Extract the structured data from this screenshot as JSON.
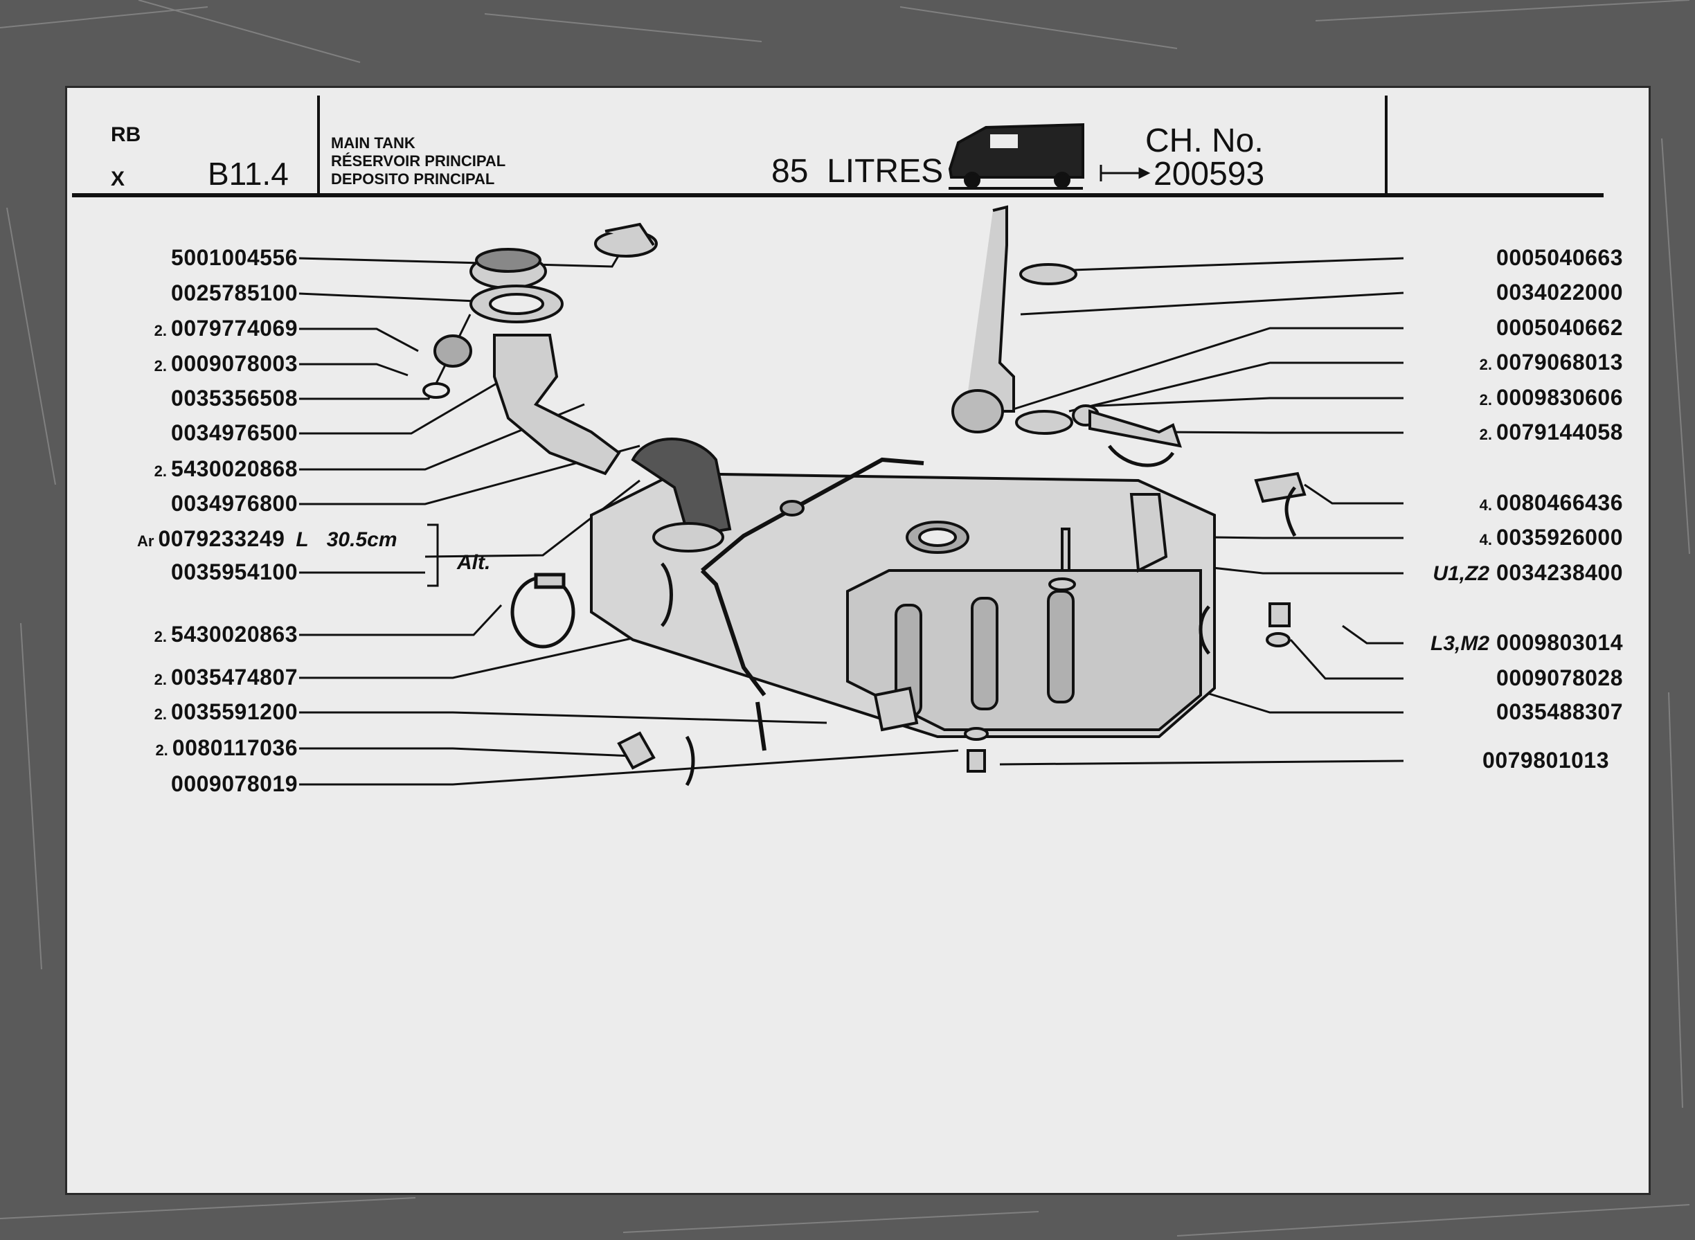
{
  "header": {
    "code_top": "RB",
    "code_bottom": "X",
    "section": "B11.4",
    "title_lines": [
      "MAIN TANK",
      "RÉSERVOIR PRINCIPAL",
      "DEPOSITO PRINCIPAL"
    ],
    "capacity": "85  LITRES",
    "chassis_label": "CH. No.",
    "chassis_number": "200593"
  },
  "left_parts": [
    {
      "qty": "",
      "number": "5001004556"
    },
    {
      "qty": "",
      "number": "0025785100"
    },
    {
      "qty": "2.",
      "number": "0079774069"
    },
    {
      "qty": "2.",
      "number": "0009078003"
    },
    {
      "qty": "",
      "number": "0035356508"
    },
    {
      "qty": "",
      "number": "0034976500"
    },
    {
      "qty": "2.",
      "number": "5430020868"
    },
    {
      "qty": "",
      "number": "0034976800"
    },
    {
      "qty": "Ar",
      "number": "0079233249"
    },
    {
      "qty": "",
      "number": "0035954100"
    },
    {
      "qty": "2.",
      "number": "5430020863"
    },
    {
      "qty": "2.",
      "number": "0035474807"
    },
    {
      "qty": "2.",
      "number": "0035591200"
    },
    {
      "qty": "2.",
      "number": "0080117036"
    },
    {
      "qty": "",
      "number": "0009078019"
    }
  ],
  "hose_note": {
    "length_label": "L",
    "length": "30.5cm",
    "alt": "Alt."
  },
  "right_parts": [
    {
      "prefix": "",
      "number": "0005040663"
    },
    {
      "prefix": "",
      "number": "0034022000"
    },
    {
      "prefix": "",
      "number": "0005040662"
    },
    {
      "prefix": "2.",
      "number": "0079068013"
    },
    {
      "prefix": "2.",
      "number": "0009830606"
    },
    {
      "prefix": "2.",
      "number": "0079144058"
    },
    {
      "prefix": "4.",
      "number": "0080466436"
    },
    {
      "prefix": "4.",
      "number": "0035926000"
    },
    {
      "prefix": "U1,Z2",
      "number": "0034238400"
    },
    {
      "prefix": "L3,M2",
      "number": "0009803014"
    },
    {
      "prefix": "",
      "number": "0009078028"
    },
    {
      "prefix": "",
      "number": "0035488307"
    },
    {
      "prefix": "",
      "number": "0079801013"
    }
  ],
  "colors": {
    "paper": "#ececec",
    "ink": "#111111",
    "backdrop": "#5c5c5c"
  }
}
